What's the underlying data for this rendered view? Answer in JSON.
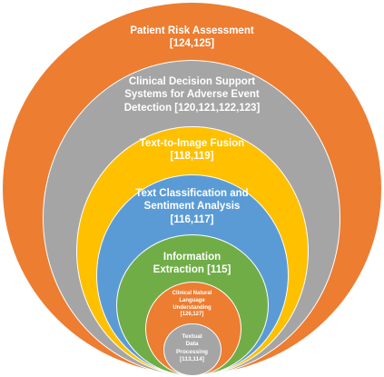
{
  "layers": [
    {
      "key": "patient_risk",
      "color": "#ED7D31",
      "lines": [
        "Patient Risk Assessment",
        "[124,125]"
      ]
    },
    {
      "key": "clinical_decision",
      "color": "#A5A5A5",
      "lines": [
        "Clinical Decision Support",
        "Systems for Adverse Event",
        "Detection [120,121,122,123]"
      ]
    },
    {
      "key": "text_to_image",
      "color": "#FFC000",
      "lines": [
        "Text-to-Image Fusion",
        "[118,119]"
      ]
    },
    {
      "key": "text_classification",
      "color": "#5B9BD5",
      "lines": [
        "Text Classification and",
        "Sentiment Analysis",
        "[116,117]"
      ]
    },
    {
      "key": "information_extraction",
      "color": "#70AD47",
      "lines": [
        "Information",
        "Extraction [115]"
      ]
    },
    {
      "key": "clinical_nlu",
      "color": "#ED7D31",
      "lines": [
        "Clinical Natural",
        "Language",
        "Understanding",
        "[126,127]"
      ]
    },
    {
      "key": "textual_data",
      "color": "#A5A5A5",
      "lines": [
        "Textual",
        "Data",
        "Processing",
        "[113,114]"
      ]
    }
  ]
}
